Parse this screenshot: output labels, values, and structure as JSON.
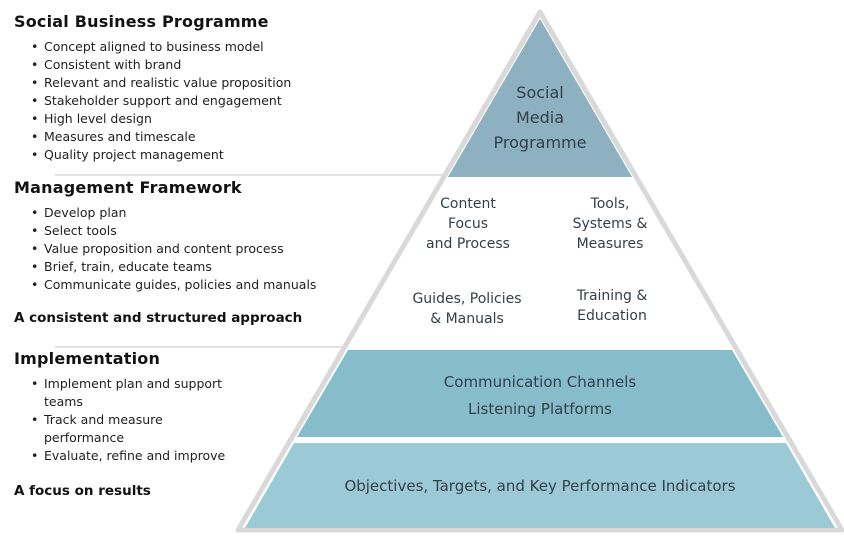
{
  "colors": {
    "tier_top": "#8db1c0",
    "tier_mid": "#87bcca",
    "tier_bottom": "#9cc9d6",
    "cell_white": "#ffffff",
    "outline": "#d9d9d9",
    "pyramid_text": "#333f48",
    "body_text": "#1f1f1f"
  },
  "left_sections": [
    {
      "heading": "Social Business Programme",
      "bullets": [
        "Concept aligned to business model",
        "Consistent with brand",
        "Relevant and realistic value proposition",
        "Stakeholder support and engagement",
        "High level design",
        "Measures and timescale",
        "Quality project management"
      ]
    },
    {
      "heading": "Management Framework",
      "bullets": [
        "Develop plan",
        "Select tools",
        "Value proposition and content process",
        "Brief, train, educate teams",
        "Communicate guides, policies and manuals"
      ],
      "note": "A consistent and structured approach"
    },
    {
      "heading": "Implementation",
      "bullets": [
        "Implement plan and support teams",
        "Track and measure performance",
        "Evaluate, refine and improve"
      ],
      "note": "A focus on results"
    }
  ],
  "pyramid": {
    "top_label": "Social\nMedia\nProgramme",
    "cells": {
      "content_focus": "Content\nFocus\nand Process",
      "tools_systems": "Tools,\nSystems &\nMeasures",
      "guides_policies": "Guides, Policies\n& Manuals",
      "training_education": "Training &\nEducation",
      "communication": "Communication Channels\nListening Platforms",
      "objectives": "Objectives, Targets, and Key Performance Indicators"
    }
  }
}
